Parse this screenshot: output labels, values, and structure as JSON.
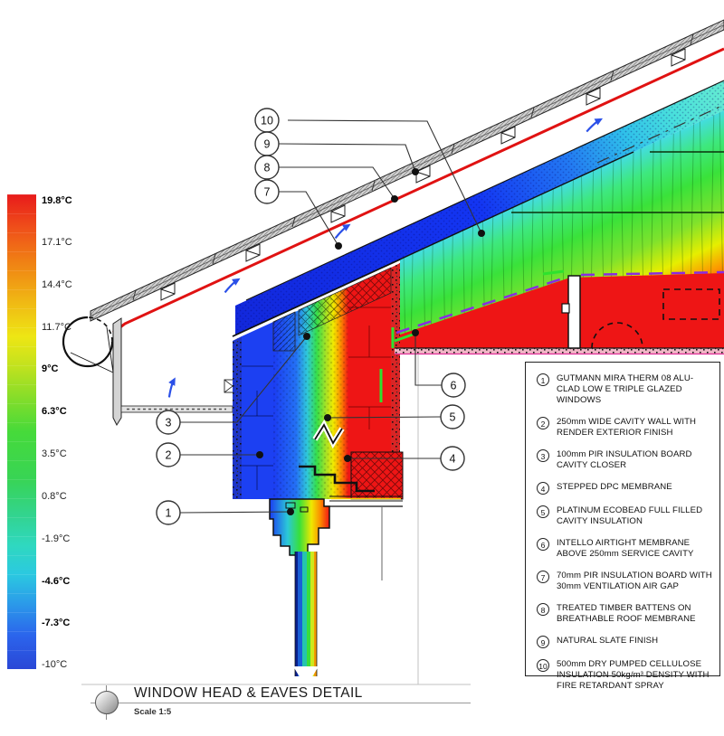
{
  "title": {
    "name": "WINDOW HEAD & EAVES DETAIL",
    "scale": "Scale 1:5"
  },
  "scale": {
    "labels": [
      {
        "text": "19.8°C",
        "bold": true
      },
      {
        "text": "17.1°C",
        "bold": false
      },
      {
        "text": "14.4°C",
        "bold": false
      },
      {
        "text": "11.7°C",
        "bold": false
      },
      {
        "text": "9°C",
        "bold": true
      },
      {
        "text": "6.3°C",
        "bold": true
      },
      {
        "text": "3.5°C",
        "bold": false
      },
      {
        "text": "0.8°C",
        "bold": false
      },
      {
        "text": "-1.9°C",
        "bold": false
      },
      {
        "text": "-4.6°C",
        "bold": true
      },
      {
        "text": "-7.3°C",
        "bold": true
      },
      {
        "text": "-10°C",
        "bold": false
      }
    ],
    "max": "19.8°C",
    "min": "-10°C"
  },
  "callouts": [
    "1",
    "2",
    "3",
    "4",
    "5",
    "6",
    "7",
    "8",
    "9",
    "10"
  ],
  "legend": {
    "items": [
      {
        "num": "1",
        "text": "GUTMANN MIRA THERM 08 ALU-CLAD LOW E TRIPLE GLAZED WINDOWS"
      },
      {
        "num": "2",
        "text": "250mm WIDE CAVITY WALL WITH RENDER EXTERIOR FINISH"
      },
      {
        "num": "3",
        "text": "100mm PIR INSULATION BOARD CAVITY CLOSER"
      },
      {
        "num": "4",
        "text": "STEPPED DPC MEMBRANE"
      },
      {
        "num": "5",
        "text": "PLATINUM ECOBEAD FULL FILLED CAVITY INSULATION"
      },
      {
        "num": "6",
        "text": "INTELLO AIRTIGHT MEMBRANE ABOVE 250mm SERVICE CAVITY"
      },
      {
        "num": "7",
        "text": "70mm PIR INSULATION BOARD WITH 30mm VENTILATION AIR GAP"
      },
      {
        "num": "8",
        "text": "TREATED TIMBER BATTENS ON BREATHABLE ROOF MEMBRANE"
      },
      {
        "num": "9",
        "text": "NATURAL SLATE FINISH"
      },
      {
        "num": "10",
        "text": "500mm DRY PUMPED CELLULOSE INSULATION 50kg/m³ DENSITY WITH FIRE RETARDANT SPRAY"
      }
    ]
  },
  "colors": {
    "hot": "#ee1515",
    "cold": "#1a2fe8",
    "membrane_red": "#e01212",
    "airtight_green": "#2ee22e",
    "vapour_purple": "#8a2be2",
    "airflow_blue": "#2b50e8"
  }
}
